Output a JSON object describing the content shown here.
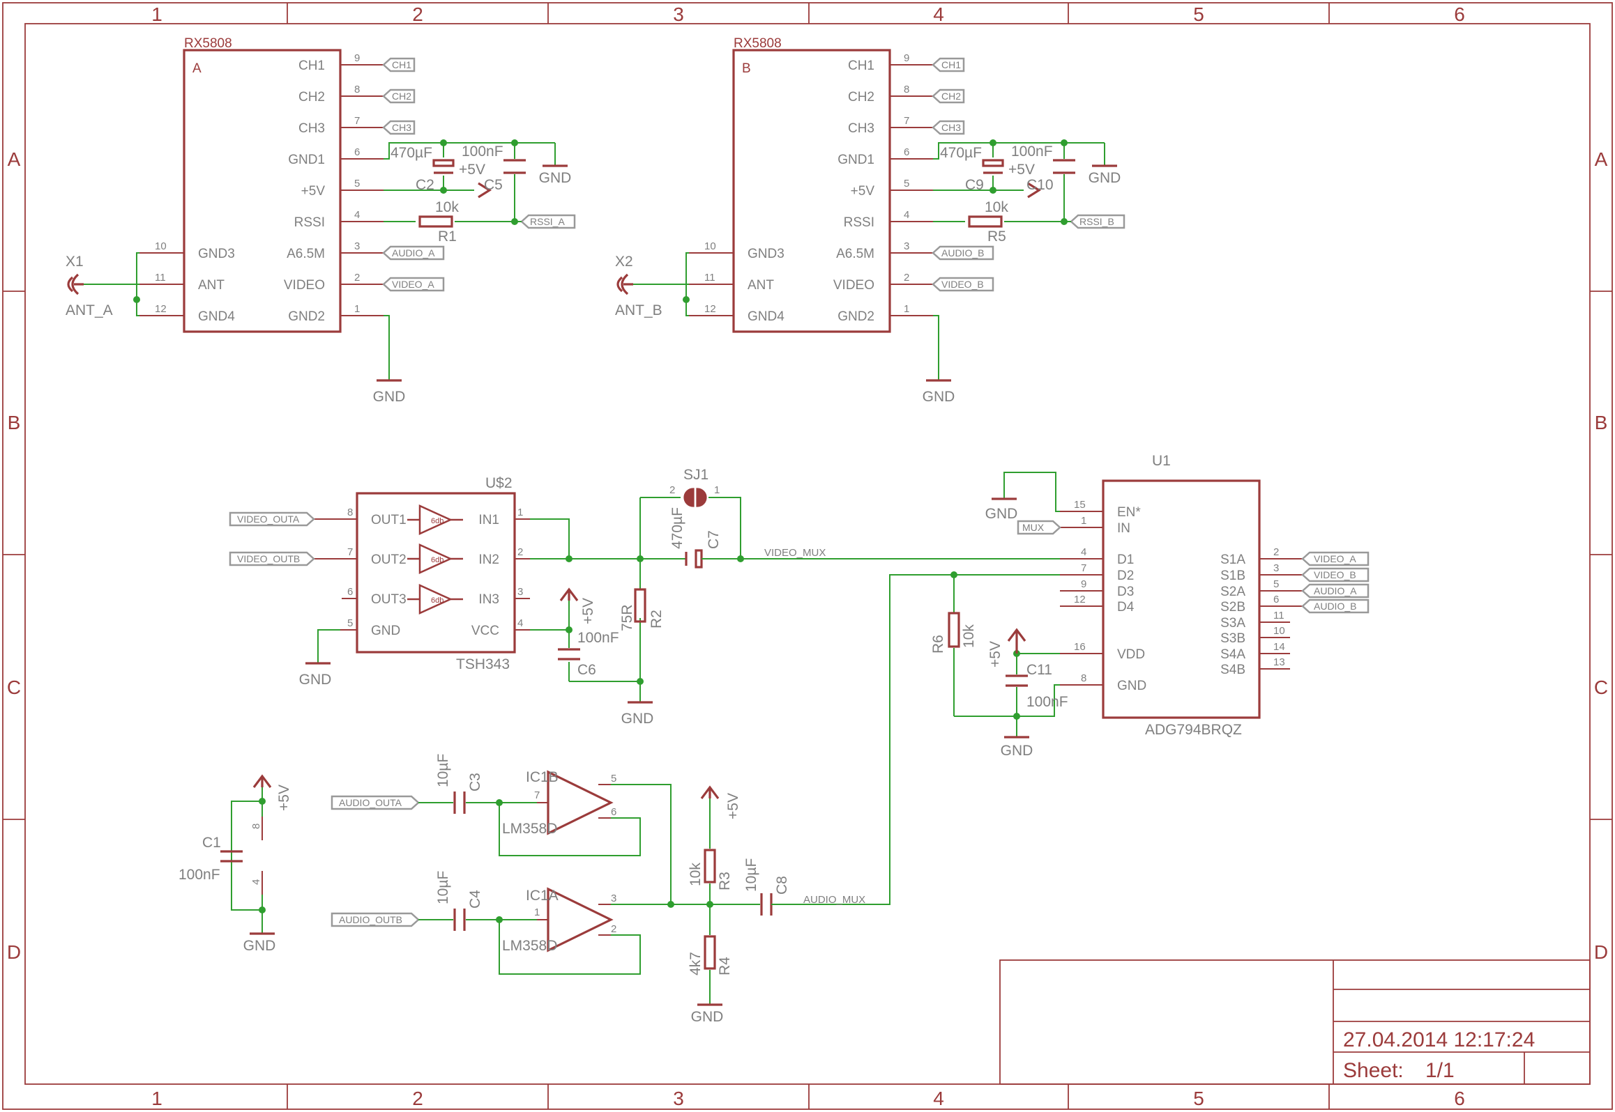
{
  "frame": {
    "columns": [
      "1",
      "2",
      "3",
      "4",
      "5",
      "6"
    ],
    "rows": [
      "A",
      "B",
      "C",
      "D"
    ]
  },
  "title_block": {
    "date": "27.04.2014 12:17:24",
    "sheet_label": "Sheet:",
    "sheet": "1/1"
  },
  "colors": {
    "frame": "#9b3b3b",
    "wire": "#2f9e2f",
    "text": "#7f7f7f"
  },
  "labels": {
    "gnd": "GND",
    "vcc": "+5V",
    "rx5808": "RX5808",
    "ch1": "CH1",
    "ch2": "CH2",
    "ch3": "CH3",
    "gnd1": "GND1",
    "rssi": "RSSI",
    "gnd3": "GND3",
    "a65m": "A6.5M",
    "ant": "ANT",
    "video": "VIDEO",
    "gnd4": "GND4",
    "gnd2": "GND2",
    "c470": "470µF",
    "c100n": "100nF",
    "c10u": "10µF",
    "r10k": "10k",
    "r75": "75R",
    "r4k7": "4k7",
    "out1": "OUT1",
    "out2": "OUT2",
    "out3": "OUT3",
    "in1": "IN1",
    "in2": "IN2",
    "in3": "IN3",
    "vccpin": "VCC",
    "db6": "6db",
    "en": "EN*",
    "in": "IN",
    "d1": "D1",
    "d2": "D2",
    "d3": "D3",
    "d4": "D4",
    "vdd": "VDD",
    "s1a": "S1A",
    "s1b": "S1B",
    "s2a": "S2A",
    "s2b": "S2B",
    "s3a": "S3A",
    "s3b": "S3B",
    "s4a": "S4A",
    "s4b": "S4B",
    "lm358d": "LM358D",
    "minus": "−"
  },
  "signals": {
    "ch1": "CH1",
    "ch2": "CH2",
    "ch3": "CH3",
    "rssi_a": "RSSI_A",
    "rssi_b": "RSSI_B",
    "audio_a": "AUDIO_A",
    "audio_b": "AUDIO_B",
    "video_a": "VIDEO_A",
    "video_b": "VIDEO_B",
    "video_outa": "VIDEO_OUTA",
    "video_outb": "VIDEO_OUTB",
    "mux": "MUX",
    "audio_outa": "AUDIO_OUTA",
    "audio_outb": "AUDIO_OUTB",
    "video_mux": "VIDEO_MUX",
    "audio_mux": "AUDIO_MUX"
  },
  "designators": {
    "rxa": "A",
    "rxb": "B",
    "x1": "X1",
    "ant_a": "ANT_A",
    "x2": "X2",
    "ant_b": "ANT_B",
    "c2": "C2",
    "c5": "C5",
    "r1": "R1",
    "c9": "C9",
    "c10": "C10",
    "r5": "R5",
    "u2": "U$2",
    "tsh343": "TSH343",
    "sj1": "SJ1",
    "c7": "C7",
    "r2": "R2",
    "c6": "C6",
    "u1": "U1",
    "adg": "ADG794BRQZ",
    "r6": "R6",
    "c11": "C11",
    "c1": "C1",
    "c3": "C3",
    "c4": "C4",
    "ic1a": "IC1A",
    "ic1b": "IC1B",
    "r3": "R3",
    "r4": "R4",
    "c8": "C8"
  },
  "pins": {
    "p1": "1",
    "p2": "2",
    "p3": "3",
    "p4": "4",
    "p5": "5",
    "p6": "6",
    "p7": "7",
    "p8": "8",
    "p9": "9",
    "p10": "10",
    "p11": "11",
    "p12": "12",
    "p13": "13",
    "p14": "14",
    "p15": "15",
    "p16": "16"
  }
}
